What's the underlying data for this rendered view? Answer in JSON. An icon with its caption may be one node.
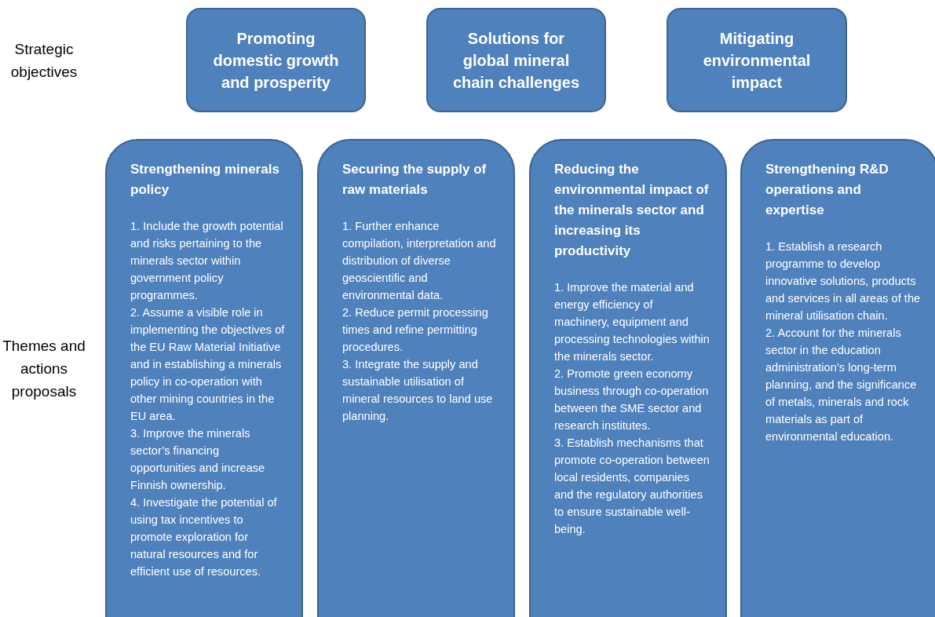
{
  "diagram": {
    "nodes": [
      {
        "text": [
          "Promoting domestic growth and prosperity"
        ]
      },
      {
        "text": [
          "Solutions for global mineral chain challenges"
        ]
      },
      {
        "text": [
          "Mitigating environmental impact"
        ]
      },
      {
        "text": [
          "Strengthening minerals policy",
          "1. Include the growth potential and risks pertaining to the minerals sector within government policy programmes.",
          "2. Assume a visible role in implementing the objectives of the EU Raw Material Initiative and in establishing a minerals policy in co-operation with other mining countries in the EU area.",
          "3. Improve the minerals sector’s financing opportunities and increase Finnish ownership.",
          "4. Investigate the potential of using tax incentives to promote exploration for natural resources and for efficient use of resources."
        ]
      },
      {
        "text": [
          "Securing the supply of raw materials",
          "1. Further enhance compilation, interpretation and distribution of diverse geoscientific and environmental data.",
          "2. Reduce permit processing times and refine permitting procedures.",
          "3. Integrate the supply and sustainable utilisation of mineral resources to land use planning."
        ]
      },
      {
        "text": [
          "Reducing the environmental impact of the minerals sector and increasing its productivity",
          "1. Improve the material and energy efficiency of machinery, equipment and processing technologies within the minerals sector.",
          "2. Promote green economy business through co-operation between the SME sector and research institutes.",
          "3. Establish mechanisms that promote co-operation between local residents, companies and the regulatory authorities to ensure sustainable well-being."
        ]
      },
      {
        "text": [
          "Strengthening R&D operations and expertise",
          "1. Establish a research programme to develop innovative solutions, products and services in all areas of the mineral utilisation chain.",
          "2. Account for the minerals sector in the education administration’s long-term planning, and the significance of metals, minerals and rock materials as part of environmental education."
        ]
      }
    ],
    "edges": [],
    "labels": [
      "Strategic objectives",
      "Themes and actions proposals"
    ]
  }
}
